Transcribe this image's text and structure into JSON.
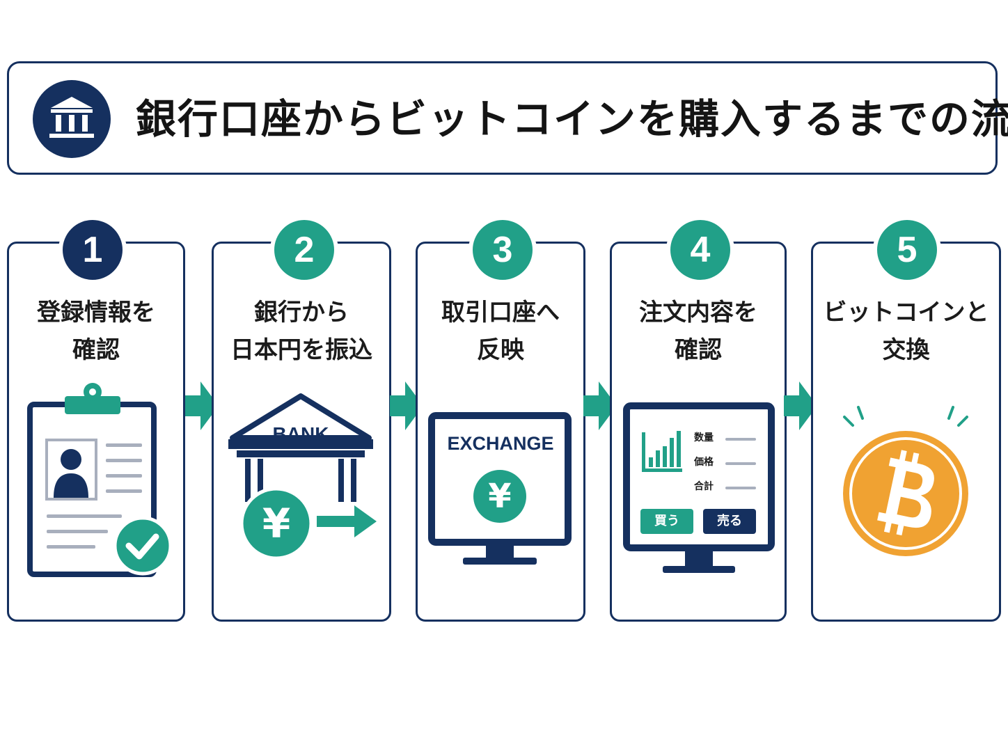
{
  "title": "銀行口座からビットコインを購入するまでの流れ",
  "colors": {
    "navy": "#15305f",
    "green": "#21a088",
    "orange": "#f0a232",
    "gray": "#a8afbd"
  },
  "icons": {
    "title": "bank-icon"
  },
  "steps": [
    {
      "number": "1",
      "line1": "登録情報を",
      "line2": "確認",
      "icon": "clipboard-check-icon"
    },
    {
      "number": "2",
      "line1": "銀行から",
      "line2": "日本円を振込",
      "icon": "bank-transfer-icon",
      "bank_label": "BANK",
      "currency": "¥"
    },
    {
      "number": "3",
      "line1": "取引口座へ",
      "line2": "反映",
      "icon": "exchange-monitor-icon",
      "screen_label": "EXCHANGE",
      "currency": "¥"
    },
    {
      "number": "4",
      "line1": "注文内容を",
      "line2": "確認",
      "icon": "order-monitor-icon",
      "fields": [
        "数量",
        "価格",
        "合計"
      ],
      "buy_label": "買う",
      "sell_label": "売る"
    },
    {
      "number": "5",
      "line1": "ビットコインと",
      "line2": "交換",
      "icon": "bitcoin-icon"
    }
  ]
}
